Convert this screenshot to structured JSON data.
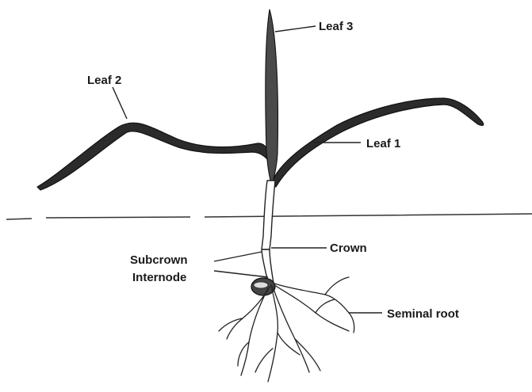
{
  "labels": {
    "leaf3": "Leaf 3",
    "leaf2": "Leaf 2",
    "leaf1": "Leaf 1",
    "crown": "Crown",
    "subcrown_line1": "Subcrown",
    "subcrown_line2": "Internode",
    "seminal_root": "Seminal root"
  },
  "colors": {
    "background": "#ffffff",
    "ink": "#2b2b2b",
    "text": "#1a1a1a"
  }
}
